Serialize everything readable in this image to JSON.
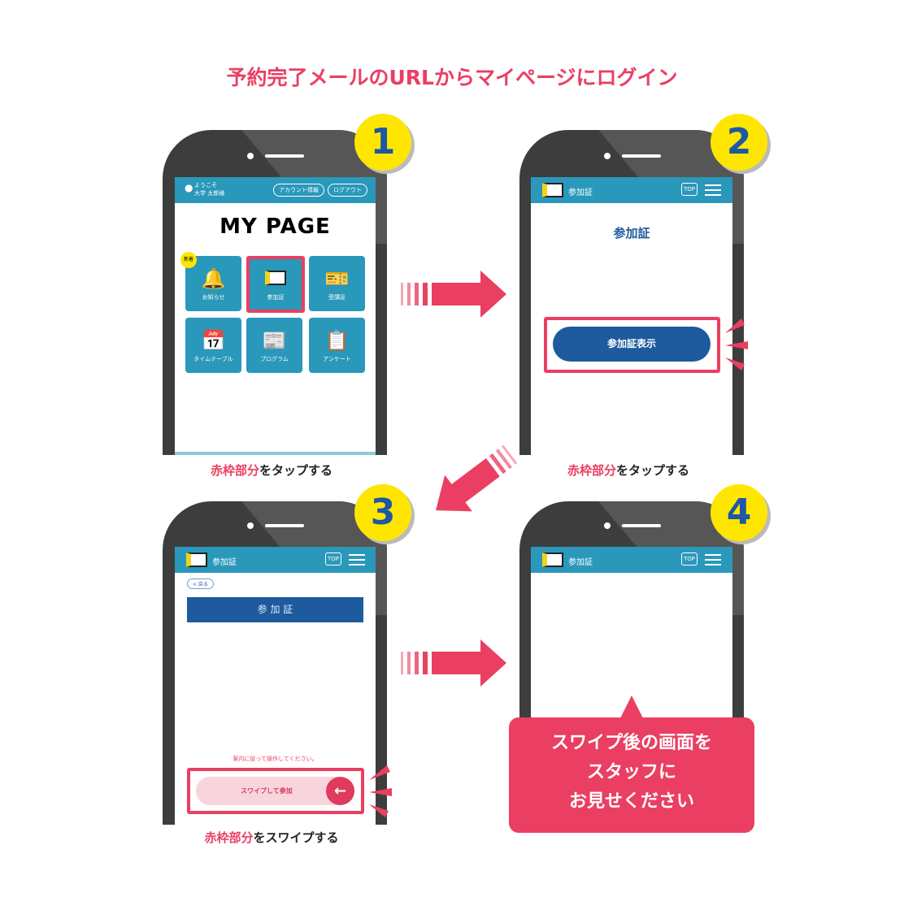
{
  "title": "予約完了メールのURLからマイページにログイン",
  "steps": [
    "1",
    "2",
    "3",
    "4"
  ],
  "phone1": {
    "welcome": "ようこそ",
    "user": "大学 太郎様",
    "account_btn": "アカウント情報",
    "logout_btn": "ログアウト",
    "heading": "MY PAGE",
    "new_badge": "新着",
    "tiles": [
      {
        "label": "お知らせ",
        "icon": "bell-icon"
      },
      {
        "label": "参加証",
        "icon": "ticket-card-icon"
      },
      {
        "label": "受講証",
        "icon": "cards-icon"
      },
      {
        "label": "タイムテーブル",
        "icon": "timetable-icon"
      },
      {
        "label": "プログラム",
        "icon": "program-icon"
      },
      {
        "label": "アンケート",
        "icon": "clipboard-icon"
      }
    ]
  },
  "phone2": {
    "header_title": "参加証",
    "top_btn": "TOP",
    "heading": "参加証",
    "show_btn": "参加証表示"
  },
  "phone3": {
    "header_title": "参加証",
    "top_btn": "TOP",
    "back_btn": "< 戻る",
    "banner": "参 加 証",
    "instruction": "案内に従って操作してください。",
    "swipe_label": "スワイプして参加"
  },
  "phone4": {
    "header_title": "参加証",
    "top_btn": "TOP",
    "bubble": [
      "スワイプ後の画面を",
      "スタッフに",
      "お見せください"
    ]
  },
  "captions": {
    "highlight": "赤枠部分",
    "tap": "をタップする",
    "swipe": "をスワイプする"
  },
  "colors": {
    "accent": "#ea3f62",
    "teal": "#2a98ba",
    "navy": "#1d5a9e",
    "yellow": "#ffe600"
  }
}
